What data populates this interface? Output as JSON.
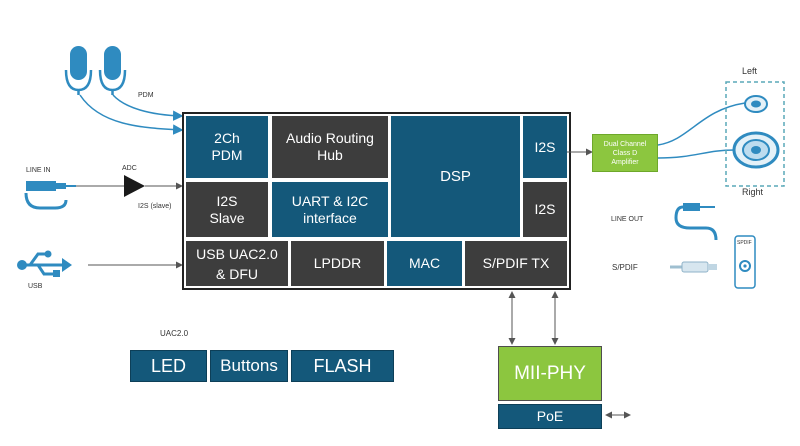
{
  "colors": {
    "soc_teal": "#14587a",
    "soc_gray": "#3d3d3d",
    "amp_green": "#8cc63f",
    "phy_green": "#8cc63f",
    "icon_blue": "#2f8bc0",
    "wire_blue": "#2f8bc0",
    "speaker_box": "#5aa9b8"
  },
  "soc_blocks": {
    "pdm": "2Ch\nPDM",
    "audio_routing_hub": "Audio Routing\nHub",
    "dsp": "DSP",
    "i2s_out_top": "I2S",
    "i2s_slave": "I2S\nSlave",
    "uart_i2c": "UART & I2C\ninterface",
    "i2s_out_bottom": "I2S",
    "usb_uac": "USB UAC2.0\n& DFU",
    "lpddr": "LPDDR",
    "mac": "MAC",
    "spdif_tx": "S/PDIF TX"
  },
  "inputs": {
    "pdm_label": "PDM",
    "line_in_label": "LINE IN",
    "adc_label": "ADC",
    "i2s_slave_label": "I2S (slave)",
    "usb_label": "USB"
  },
  "outputs": {
    "amp_label": "Dual Channel\nClass D\nAmplifier",
    "left_label": "Left",
    "right_label": "Right",
    "line_out_label": "LINE OUT",
    "spdif_label": "S/PDIF",
    "spdif_port_label": "SPDIF"
  },
  "peripherals": {
    "uac_label": "UAC2.0",
    "led": "LED",
    "buttons": "Buttons",
    "flash": "FLASH",
    "mii_phy": "MII-PHY",
    "poe": "PoE"
  },
  "icons": [
    "microphone-icon",
    "audio-jack-icon",
    "usb-icon",
    "speaker-icon",
    "optical-cable-icon",
    "spdif-port-icon"
  ]
}
